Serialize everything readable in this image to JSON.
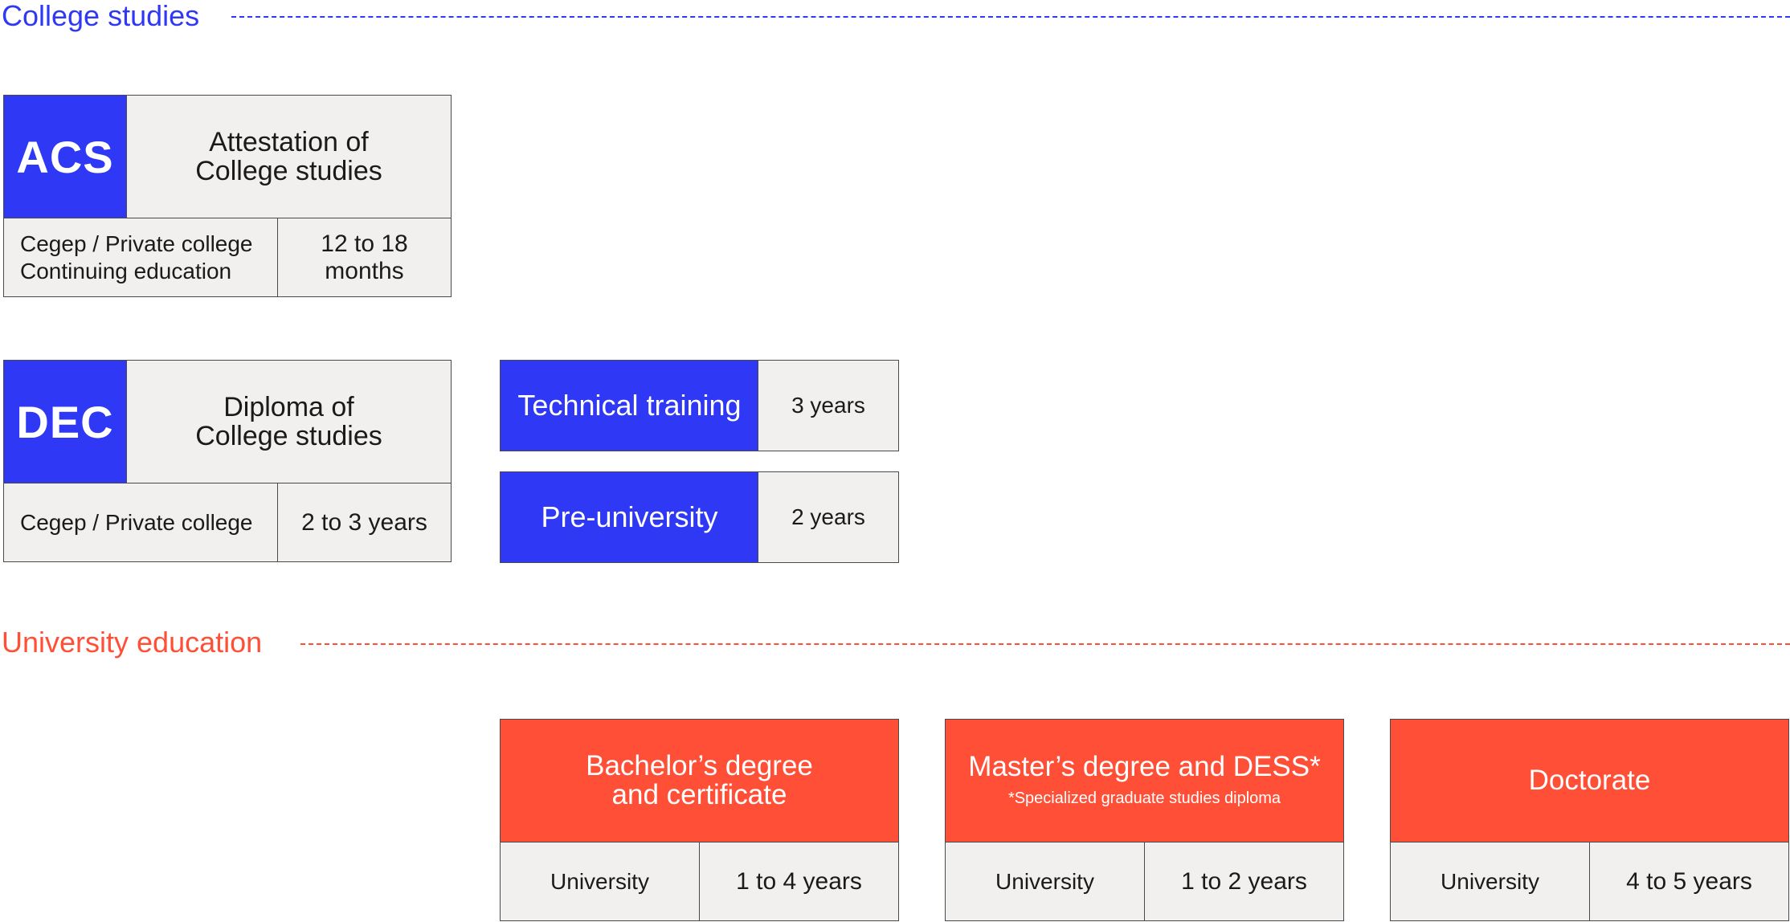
{
  "sections": {
    "college": {
      "title": "College studies",
      "color": "#2f39f5"
    },
    "university": {
      "title": "University education",
      "color": "#ff4f36"
    }
  },
  "college": {
    "acs": {
      "abbr": "ACS",
      "name_line1": "Attestation of",
      "name_line2": "College studies",
      "institution_line1": "Cegep / Private college",
      "institution_line2": "Continuing education",
      "duration_line1": "12 to 18",
      "duration_line2": "months"
    },
    "dec": {
      "abbr": "DEC",
      "name_line1": "Diploma of",
      "name_line2": "College studies",
      "institution": "Cegep / Private college",
      "duration": "2 to 3 years",
      "tracks": [
        {
          "label": "Technical training",
          "duration": "3 years"
        },
        {
          "label": "Pre-university",
          "duration": "2 years"
        }
      ]
    }
  },
  "university": {
    "programs": [
      {
        "title_line1": "Bachelor’s degree",
        "title_line2": "and certificate",
        "note": "",
        "institution": "University",
        "duration": "1 to 4 years"
      },
      {
        "title_line1": "Master’s degree and DESS*",
        "title_line2": "",
        "note": "*Specialized graduate studies diploma",
        "institution": "University",
        "duration": "1 to 2 years"
      },
      {
        "title_line1": "Doctorate",
        "title_line2": "",
        "note": "",
        "institution": "University",
        "duration": "4 to 5 years"
      }
    ]
  },
  "colors": {
    "accent_blue": "#2f39f5",
    "accent_red": "#ff4f36",
    "cell_gray": "#f1f0ee",
    "border": "#4a4a4a"
  }
}
